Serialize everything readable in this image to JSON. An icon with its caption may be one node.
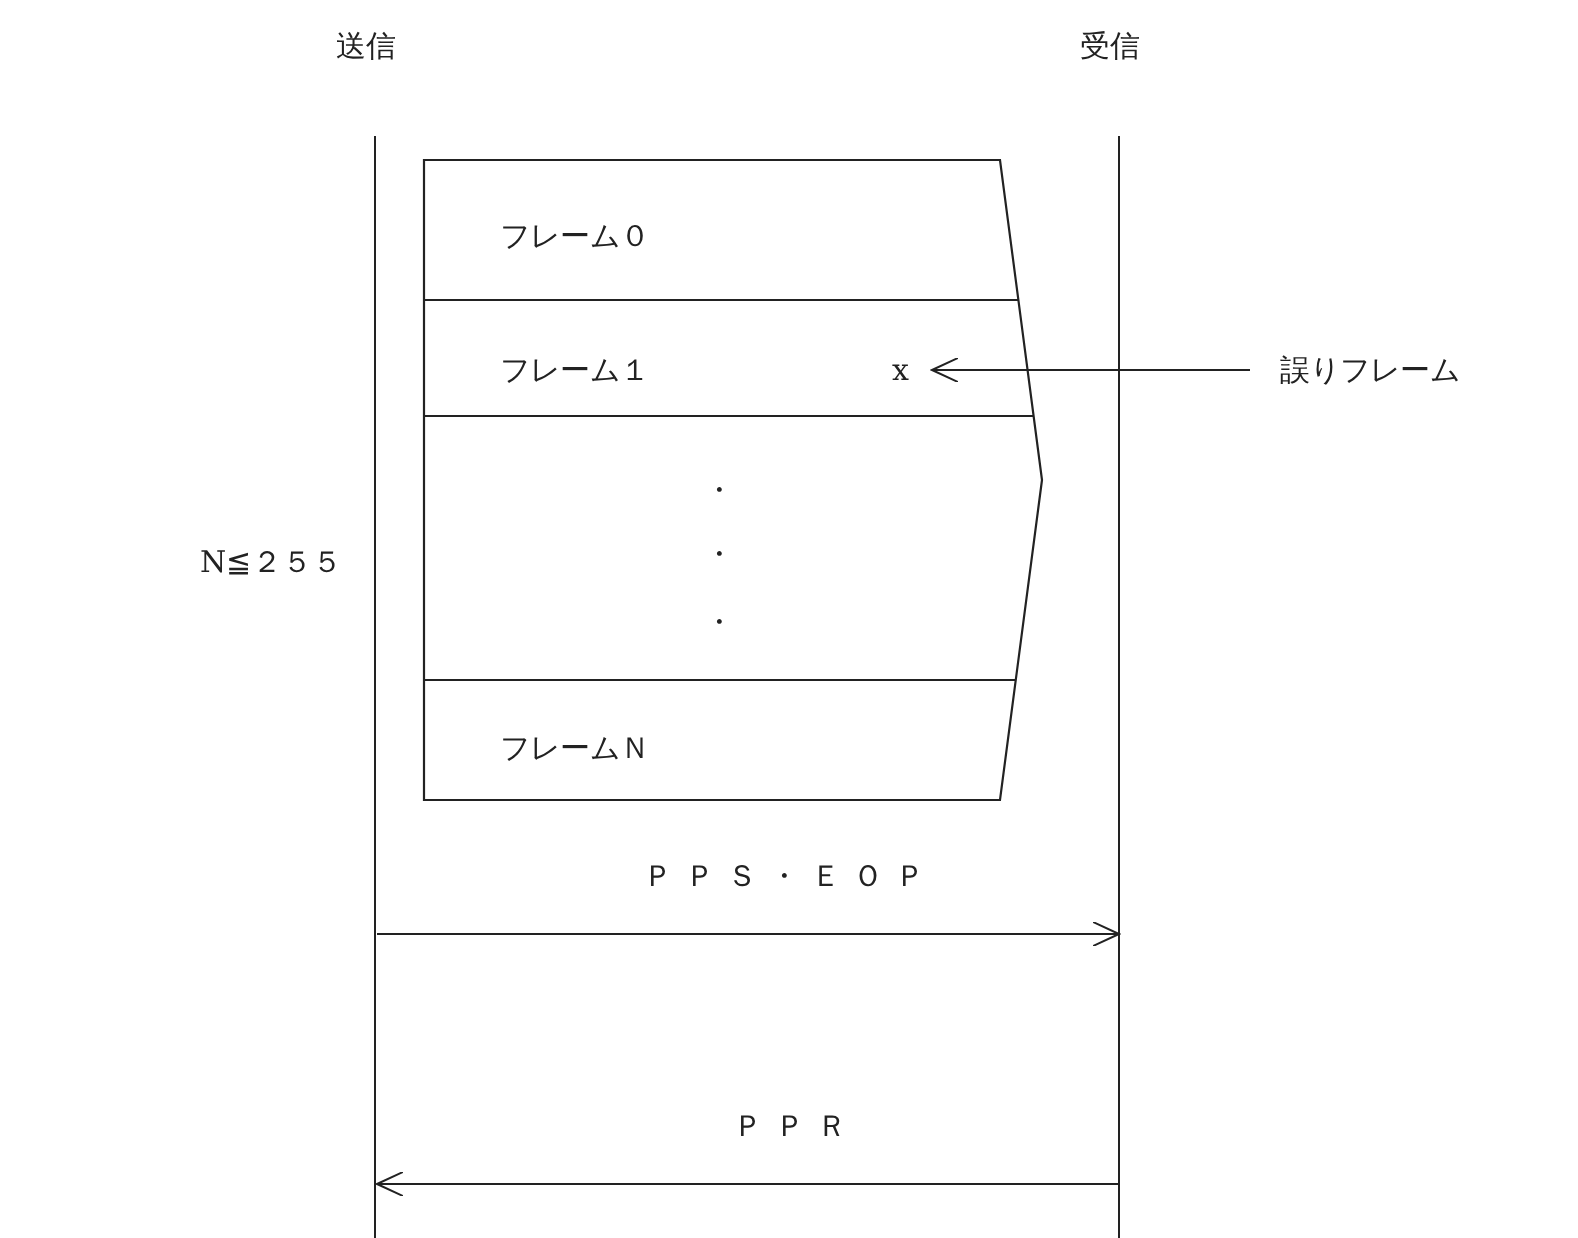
{
  "diagram": {
    "nodes": [
      {
        "text": [
          "送信"
        ]
      },
      {
        "text": [
          "受信"
        ]
      },
      {
        "text": [
          "フレーム０"
        ]
      },
      {
        "text": [
          "フレーム１"
        ]
      },
      {
        "text": [
          "x"
        ],
        "in": 3
      },
      {
        "text": [
          "フレームＮ"
        ]
      },
      {
        "text": [
          "誤りフレーム"
        ]
      }
    ],
    "edges": [
      {
        "from": 6,
        "to": 4,
        "arrow": "to"
      },
      {
        "from": 0,
        "to": 1,
        "arrow": "to",
        "label": "ＰＰＳ・ＥＯＰ"
      },
      {
        "from": 1,
        "to": 0,
        "arrow": "to",
        "label": "ＰＰＲ"
      }
    ],
    "labels": [
      "・",
      "・",
      "・",
      "N≦２５５"
    ]
  }
}
